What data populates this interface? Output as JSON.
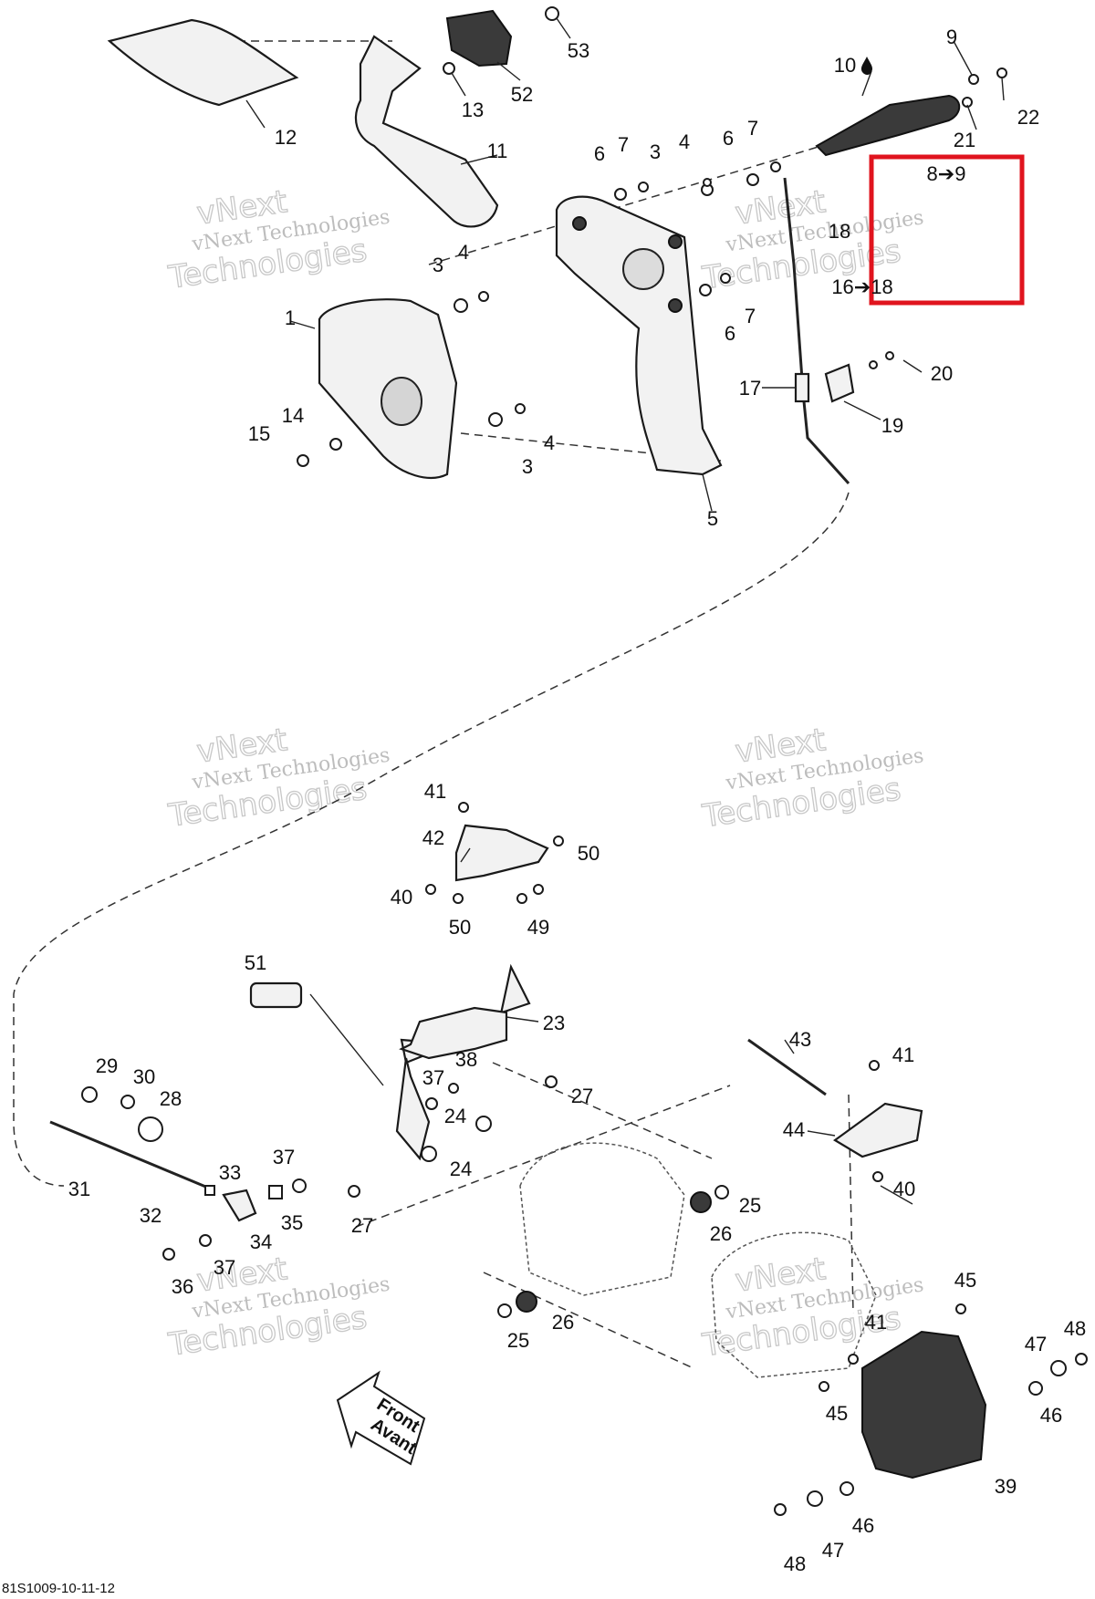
{
  "diagram": {
    "figure_reference": "81S1009-10-11-12",
    "watermark_line1": "vNext Technologies",
    "watermark_line2": "vNext",
    "watermark_line3": "Technologies",
    "front_label_en": "Front",
    "front_label_fr": "Avant",
    "highlight_color": "#e0141e",
    "highlight_labels": {
      "first": "8➔9",
      "second": "18",
      "third": "16➔18"
    },
    "part_labels": {
      "p1": "1",
      "p3a": "3",
      "p4a": "4",
      "p3b": "3",
      "p4b": "4",
      "p3c": "3",
      "p4c": "4",
      "p5": "5",
      "p6a": "6",
      "p7a": "7",
      "p6b": "6",
      "p7b": "7",
      "p6c": "6",
      "p7c": "7",
      "p9": "9",
      "p10": "10",
      "p11": "11",
      "p12": "12",
      "p13": "13",
      "p14": "14",
      "p15": "15",
      "p17": "17",
      "p19": "19",
      "p20": "20",
      "p21": "21",
      "p22": "22",
      "p23": "23",
      "p24a": "24",
      "p24b": "24",
      "p25a": "25",
      "p25b": "25",
      "p26a": "26",
      "p26b": "26",
      "p27a": "27",
      "p27b": "27",
      "p28": "28",
      "p29": "29",
      "p30": "30",
      "p31": "31",
      "p32": "32",
      "p33": "33",
      "p34": "34",
      "p35": "35",
      "p36": "36",
      "p37a": "37",
      "p37b": "37",
      "p37c": "37",
      "p38": "38",
      "p39": "39",
      "p40a": "40",
      "p40b": "40",
      "p41a": "41",
      "p41b": "41",
      "p41c": "41",
      "p42": "42",
      "p43": "43",
      "p44": "44",
      "p45a": "45",
      "p45b": "45",
      "p46a": "46",
      "p46b": "46",
      "p47a": "47",
      "p47b": "47",
      "p48a": "48",
      "p48b": "48",
      "p49": "49",
      "p50a": "50",
      "p50b": "50",
      "p51": "51",
      "p52": "52",
      "p53": "53"
    }
  }
}
